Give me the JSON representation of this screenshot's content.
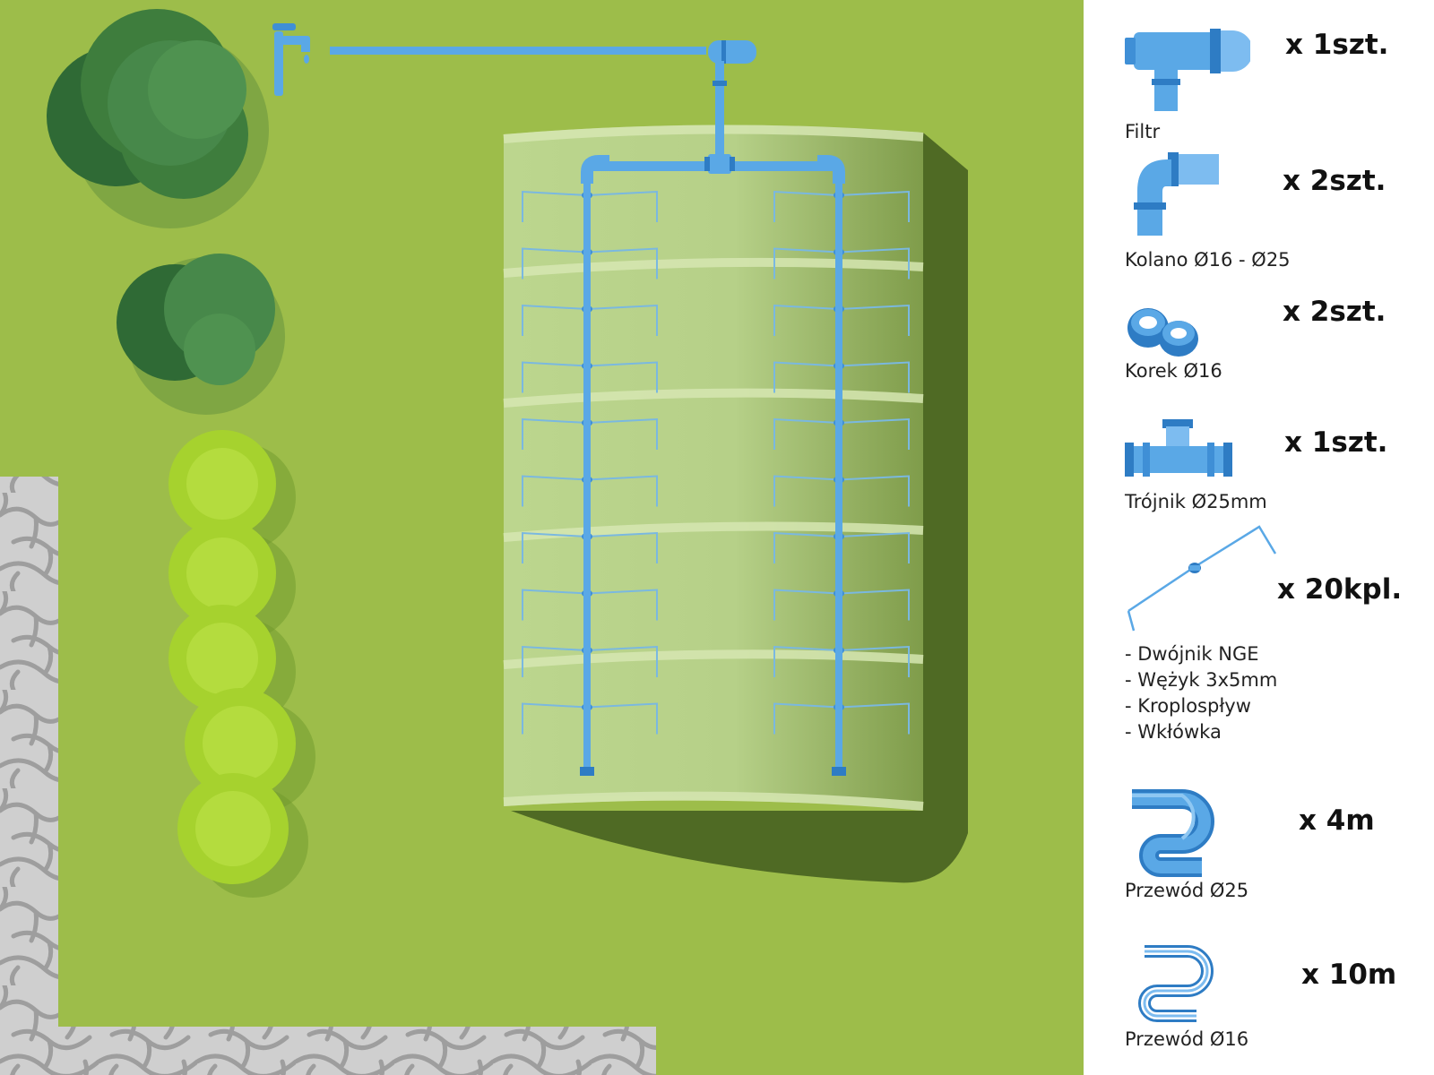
{
  "legend": {
    "items": [
      {
        "label": "Filtr",
        "quantity": "x 1szt.",
        "icon": "filter-icon"
      },
      {
        "label": "Kolano Ø16 - Ø25",
        "quantity": "x 2szt.",
        "icon": "elbow-icon"
      },
      {
        "label": "Korek Ø16",
        "quantity": "x 2szt.",
        "icon": "end-plug-icon"
      },
      {
        "label": "Trójnik Ø25mm",
        "quantity": "x 1szt.",
        "icon": "tee-icon"
      },
      {
        "label": "",
        "quantity": "x 20kpl.",
        "icon": "dripper-set-icon",
        "sublist": [
          "- Dwójnik NGE",
          "- Wężyk 3x5mm",
          "- Kroplospływ",
          "- Wkłówka"
        ]
      },
      {
        "label": "Przewód Ø25",
        "quantity": "x 4m",
        "icon": "hose-25-icon"
      },
      {
        "label": "Przewód Ø16",
        "quantity": "x 10m",
        "icon": "hose-16-icon"
      }
    ]
  },
  "colors": {
    "lawn": "#9dbd4a",
    "tunnel": "#b8d38c",
    "pipe": "#5aa8e6",
    "pipe_dark": "#2e7cc4",
    "paving": "#c8c8c8"
  }
}
